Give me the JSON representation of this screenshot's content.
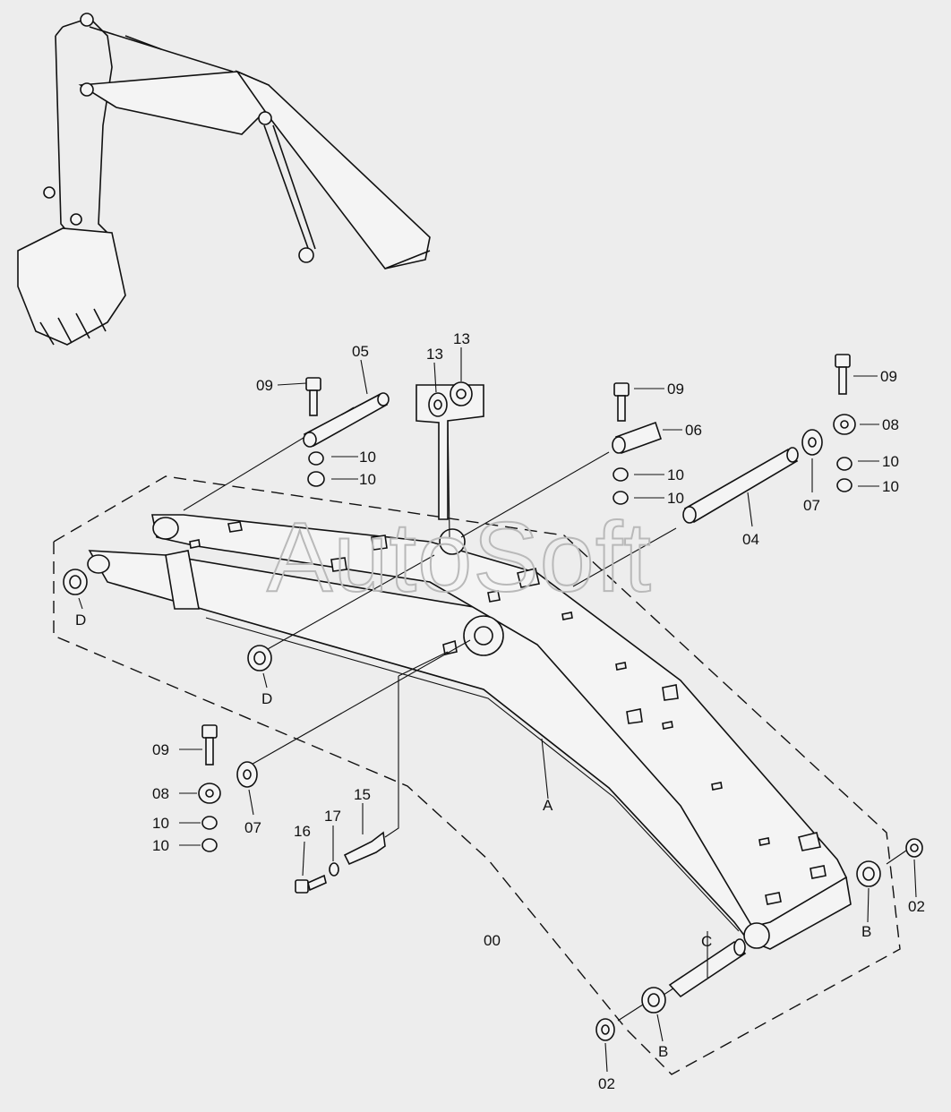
{
  "watermark": "AutoSoft",
  "callouts": {
    "c05": "05",
    "c09a": "09",
    "c10a": "10",
    "c10b": "10",
    "c13a": "13",
    "c13b": "13",
    "c09b": "09",
    "c06": "06",
    "c10c": "10",
    "c10d": "10",
    "c09c": "09",
    "c08a": "08",
    "c10e": "10",
    "c10f": "10",
    "c07a": "07",
    "c04": "04",
    "cDa": "D",
    "cDb": "D",
    "c09d": "09",
    "c08b": "08",
    "c10g": "10",
    "c10h": "10",
    "c07b": "07",
    "c16": "16",
    "c17": "17",
    "c15": "15",
    "cA": "A",
    "c00": "00",
    "cBa": "B",
    "c02a": "02",
    "cC": "C",
    "cBb": "B",
    "c02b": "02"
  }
}
